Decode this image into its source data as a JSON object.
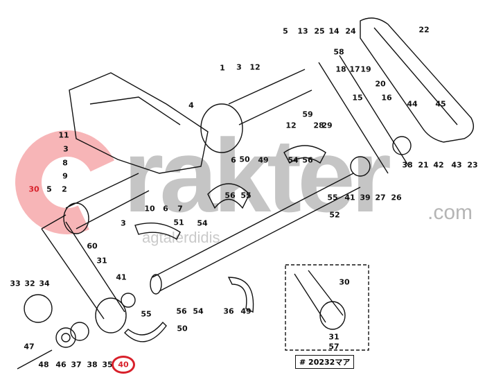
{
  "watermark": {
    "brand": "rakter",
    "domain": ".com",
    "sub": "agtalerdidis"
  },
  "inset": {
    "code": "# 20232マア",
    "labels": [
      "30",
      "31",
      "57"
    ]
  },
  "highlighted_part": "40",
  "labels": [
    "5",
    "13",
    "25",
    "14",
    "24",
    "22",
    "58",
    "1",
    "3",
    "12",
    "18",
    "17",
    "19",
    "20",
    "15",
    "16",
    "44",
    "45",
    "59",
    "4",
    "12",
    "28",
    "29",
    "6",
    "50",
    "49",
    "54",
    "56",
    "38",
    "21",
    "42",
    "43",
    "23",
    "27",
    "26",
    "55",
    "41",
    "39",
    "52",
    "56",
    "55",
    "51",
    "54",
    "11",
    "3",
    "8",
    "9",
    "30",
    "5",
    "2",
    "10",
    "6",
    "7",
    "3",
    "60",
    "31",
    "41",
    "33",
    "32",
    "34",
    "55",
    "56",
    "54",
    "36",
    "49",
    "50",
    "47",
    "48",
    "46",
    "37",
    "38",
    "35"
  ],
  "colors": {
    "highlight": "#d8202a",
    "line": "#111111"
  }
}
